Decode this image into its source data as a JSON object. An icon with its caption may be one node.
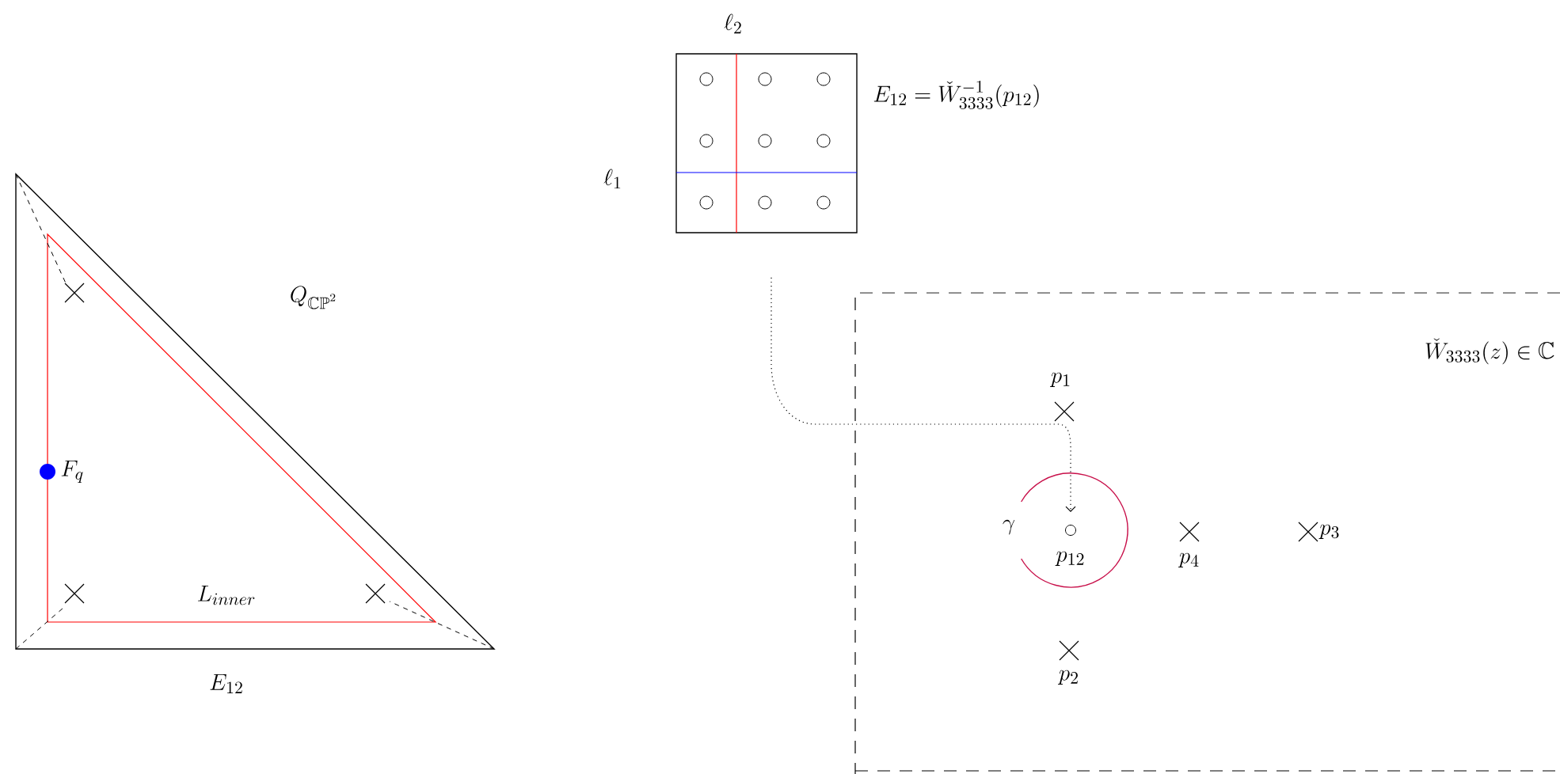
{
  "diagram": {
    "nodes": [
      {
        "text": [],
        "shape": "box"
      },
      {
        "text": [],
        "shape": "circle",
        "beside": [
          "p_{12}"
        ]
      }
    ],
    "edges": [
      {
        "from": 0,
        "to": 1,
        "arrow": "to"
      }
    ],
    "labels": [
      "\\ell_2",
      "E_{12} = \\check{W}_{3333}^{-1}(p_{12})",
      "\\ell_1",
      "Q_{\\mathbb{CP}^2}",
      "\\check{W}_{3333}(z) \\in \\mathbb{C}",
      "p_1",
      "F_q",
      "\\gamma",
      "p_4",
      "p_3",
      "L_{inner}",
      "p_2",
      "E_{12}"
    ]
  }
}
